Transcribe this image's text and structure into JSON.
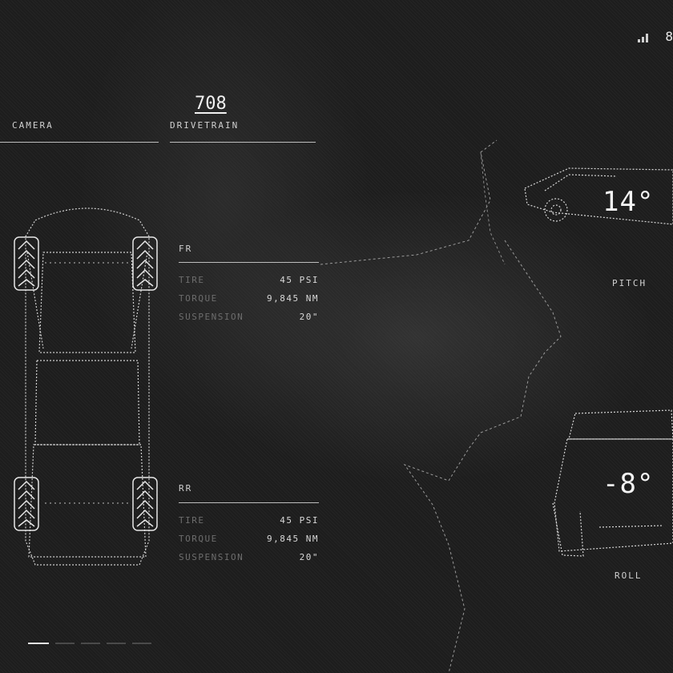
{
  "status": {
    "battery_partial": "8"
  },
  "tabs": [
    {
      "label": "CAMERA"
    },
    {
      "label": "DRIVETRAIN",
      "count": "708"
    }
  ],
  "wheels": {
    "front_right": {
      "title": "FR",
      "rows": [
        {
          "key": "TIRE",
          "value": "45 PSI"
        },
        {
          "key": "TORQUE",
          "value": "9,845 NM"
        },
        {
          "key": "SUSPENSION",
          "value": "20\""
        }
      ]
    },
    "rear_right": {
      "title": "RR",
      "rows": [
        {
          "key": "TIRE",
          "value": "45 PSI"
        },
        {
          "key": "TORQUE",
          "value": "9,845 NM"
        },
        {
          "key": "SUSPENSION",
          "value": "20\""
        }
      ]
    }
  },
  "attitude": {
    "pitch": {
      "value": "14°",
      "label": "PITCH"
    },
    "roll": {
      "value": "-8°",
      "label": "ROLL"
    }
  },
  "pager": {
    "pages": 5,
    "active": 1
  },
  "colors": {
    "background": "#1d1d1d",
    "line": "#bdbdbd",
    "text": "#d8d8d8",
    "muted": "#6d6d6d"
  }
}
